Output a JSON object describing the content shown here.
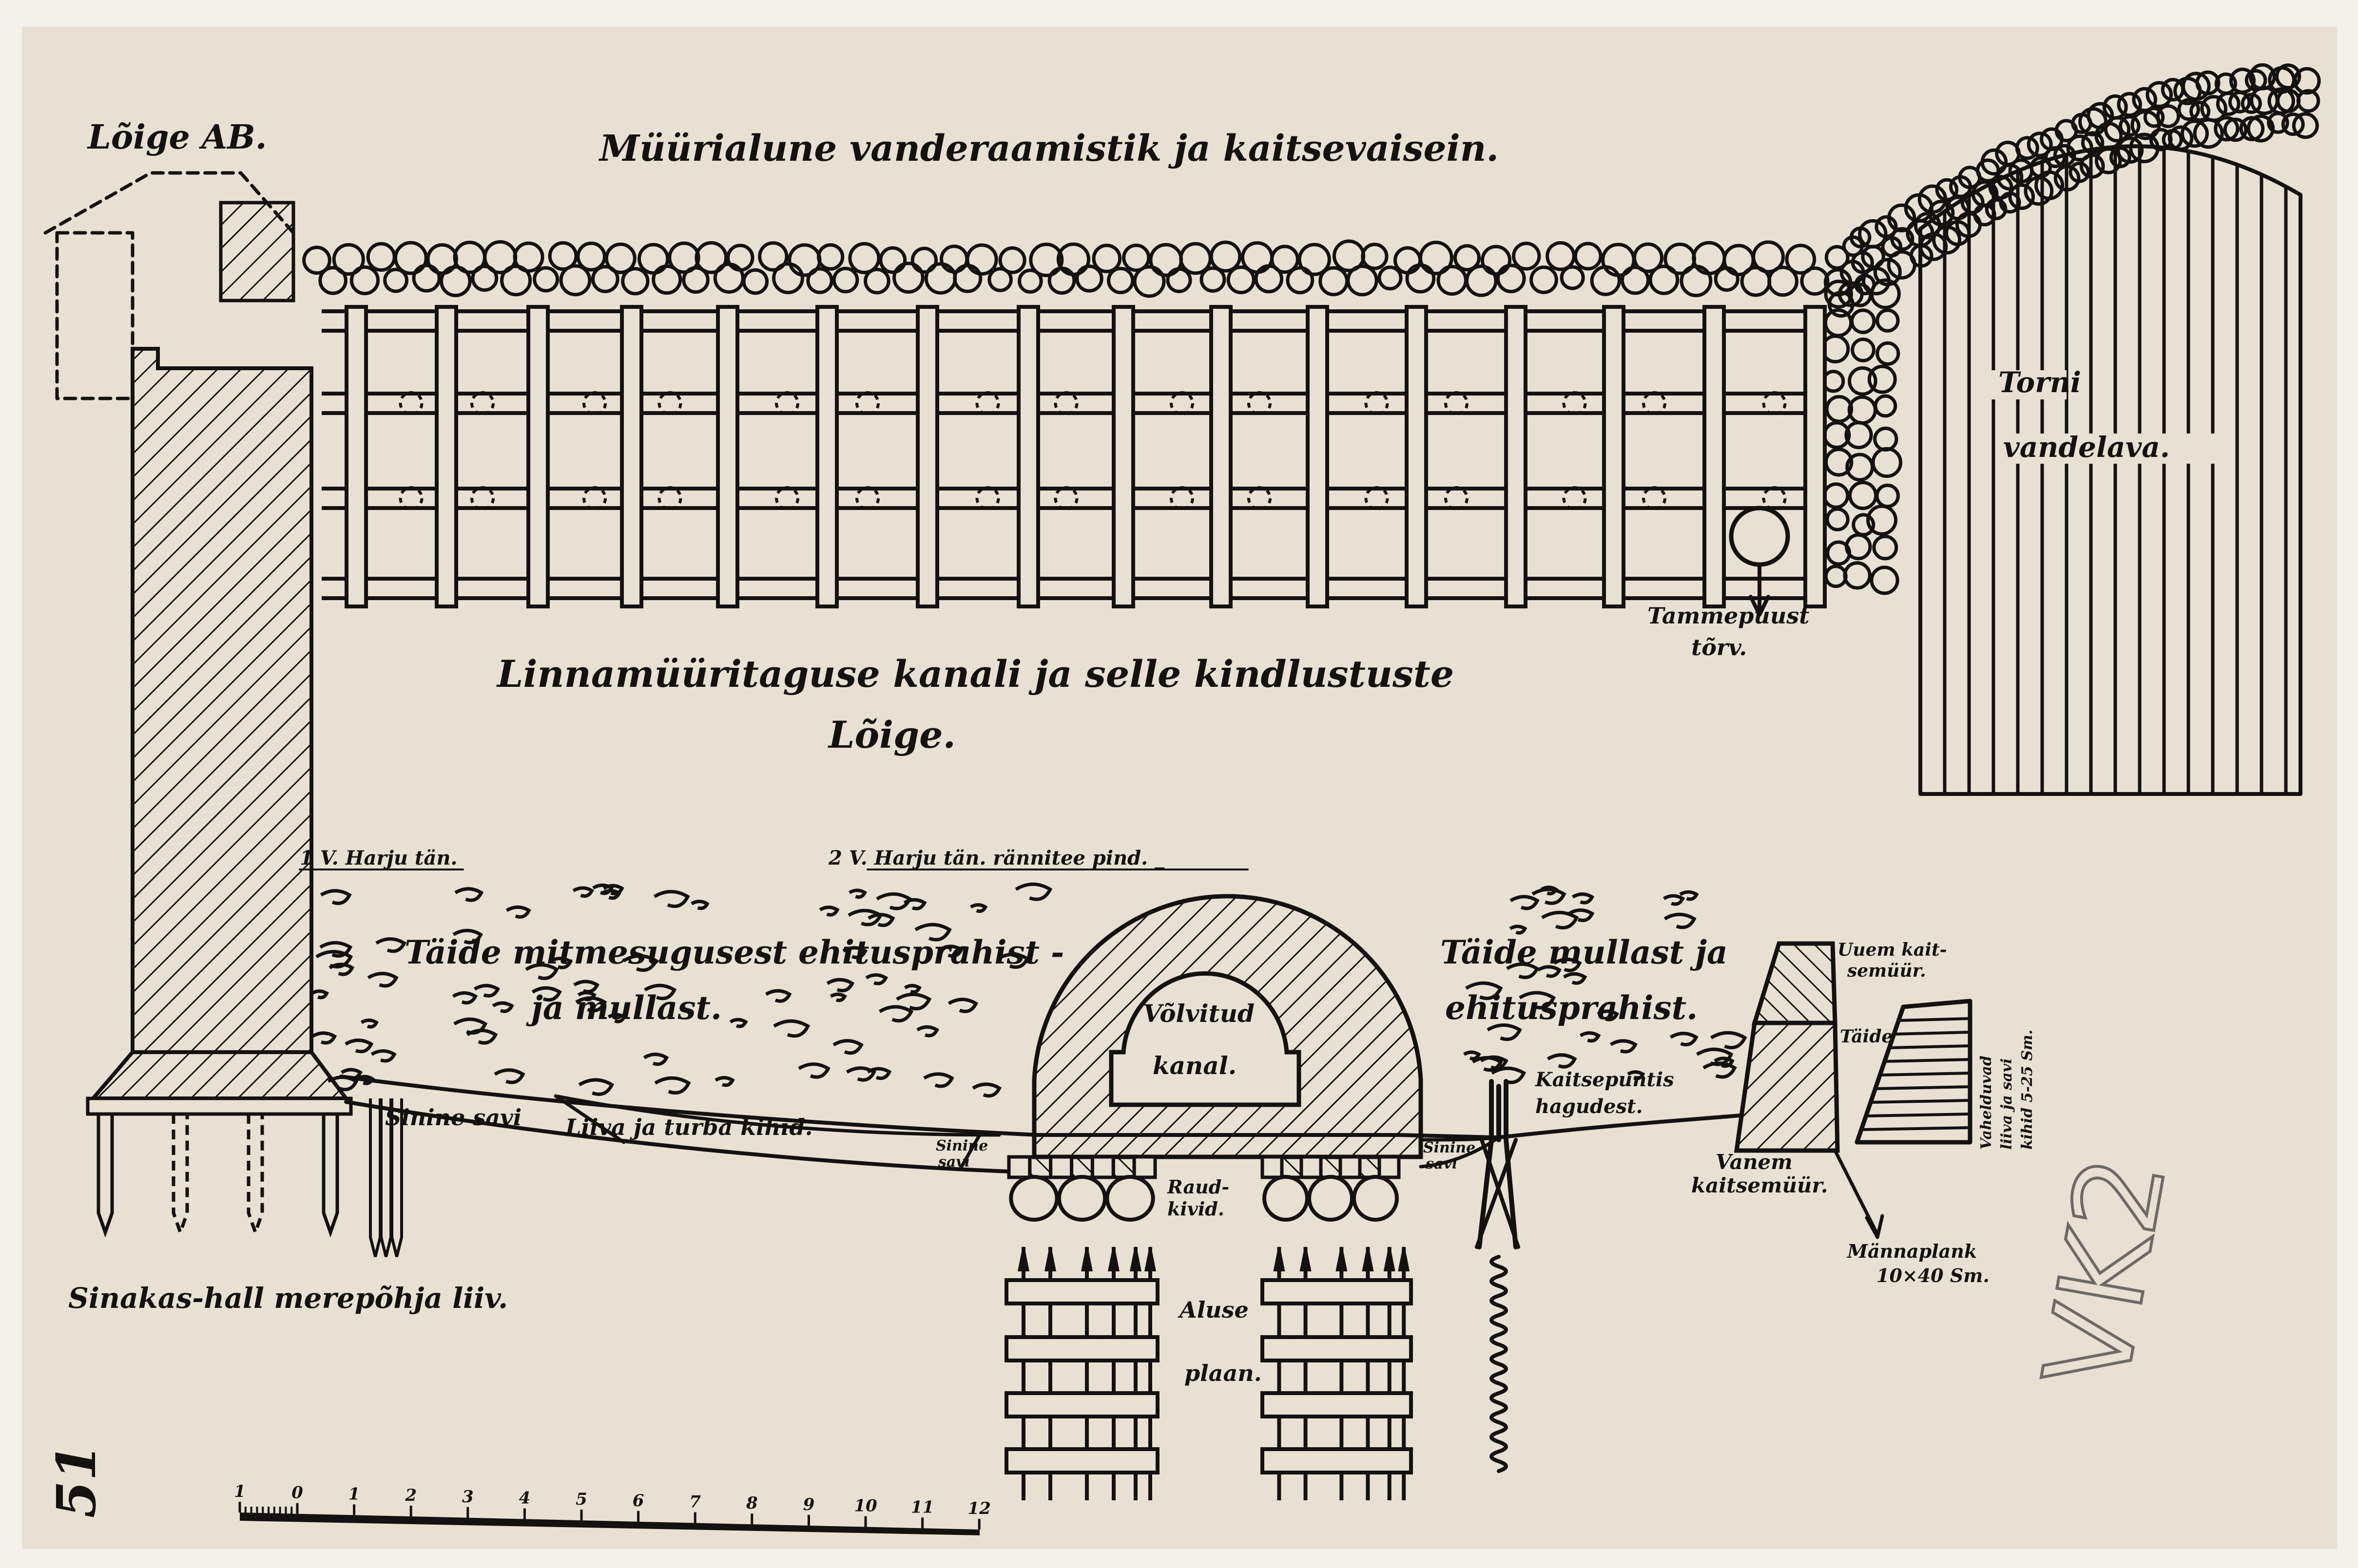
{
  "sheet_number": "51",
  "titles": {
    "section_ab": "Lõige AB.",
    "top": "Müürialune vanderaamistik ja kaitsevaisein.",
    "main_line1": "Linnamüüritaguse kanali ja selle kindlustuste",
    "main_line2": "Lõige."
  },
  "labels": {
    "oak_pipe_1": "Tammepuust",
    "oak_pipe_2": "tõrv.",
    "tower_1": "Torni",
    "tower_2": "vandelava.",
    "level_1": "1 V. Harju tän.",
    "level_2": "2 V. Harju tän. rännitee pind. _",
    "fill_left_1": "Täide mitmesugusest ehitusprahist -",
    "fill_left_2": "ja mullast.",
    "fill_right_1": "Täide mullast ja",
    "fill_right_2": "ehitusprahist.",
    "vault_1": "Võlvitud",
    "vault_2": "kanal.",
    "blue_clay": "Sinine savi",
    "sand_peat": "Liiva ja turba kihid.",
    "blue_clay_small_1": "Sinine",
    "blue_clay_small_2": "savi",
    "boulders_1": "Raud-",
    "boulders_2": "kivid.",
    "palisade_1": "Kaitsepuntis",
    "palisade_2": "hagudest.",
    "new_wall_1": "Uuem kait-",
    "new_wall_2": "semüür.",
    "fill_small": "Täide",
    "old_wall_1": "Vanem",
    "old_wall_2": "kaitsemüür.",
    "plank_1": "Männaplank",
    "plank_2": "10×40 Sm.",
    "layers_1": "Vahelduvad",
    "layers_2": "liiva ja savi",
    "layers_3": "kihid 5-25 Sm.",
    "bedrock": "Sinakas-hall merepõhja liiv.",
    "foundation_1": "Aluse",
    "foundation_2": "plaan.",
    "pencil_note": "VK2"
  },
  "scale": {
    "ticks": [
      "1",
      "0",
      "1",
      "2",
      "3",
      "4",
      "5",
      "6",
      "7",
      "8",
      "9",
      "10",
      "11",
      "12"
    ]
  },
  "colors": {
    "paper": "#e8e1d3",
    "ink": "#141210",
    "pencil": "#6d6a66"
  }
}
